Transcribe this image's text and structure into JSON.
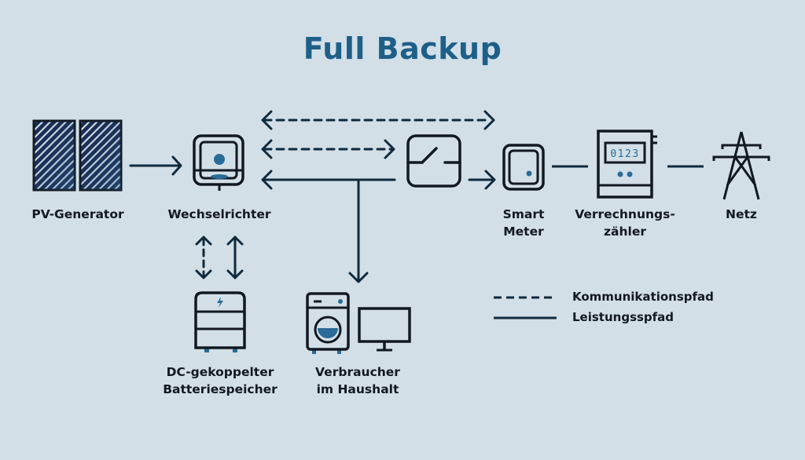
{
  "title": "Full Backup",
  "colors": {
    "background": "#d2dfe7",
    "title": "#1e5f88",
    "line": "#0f2a3d",
    "accent": "#2a6b98",
    "text": "#111820"
  },
  "nodes": {
    "pv_generator": {
      "label": "PV-Generator",
      "icon": "solar-panel-icon"
    },
    "inverter": {
      "label": "Wechselrichter",
      "icon": "inverter-icon"
    },
    "switch": {
      "label": "",
      "icon": "switch-icon"
    },
    "smart_meter": {
      "label_line1": "Smart",
      "label_line2": "Meter",
      "icon": "smart-meter-icon"
    },
    "billing_meter": {
      "label_line1": "Verrechnungs-",
      "label_line2": "zähler",
      "icon": "billing-meter-icon",
      "display": "0123"
    },
    "grid": {
      "label": "Netz",
      "icon": "power-pylon-icon"
    },
    "battery": {
      "label_line1": "DC-gekoppelter",
      "label_line2": "Batteriespeicher",
      "icon": "battery-icon"
    },
    "consumers": {
      "label_line1": "Verbraucher",
      "label_line2": "im Haushalt",
      "icon": "household-appliances-icon"
    }
  },
  "legend": {
    "communication": "Kommunikationspfad",
    "power": "Leistungsspfad"
  }
}
